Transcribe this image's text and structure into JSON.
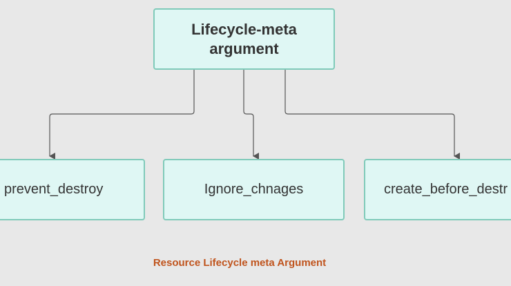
{
  "diagram": {
    "root": {
      "line1": "Lifecycle-meta",
      "line2": "argument"
    },
    "children": [
      {
        "label": "prevent_destroy"
      },
      {
        "label": "Ignore_chnages"
      },
      {
        "label": "create_before_destr"
      }
    ],
    "caption": "Resource Lifecycle meta Argument"
  },
  "colors": {
    "background": "#e8e8e8",
    "node_fill": "#dff7f4",
    "node_border": "#7fcab9",
    "connector": "#555555",
    "caption": "#c0541d"
  }
}
